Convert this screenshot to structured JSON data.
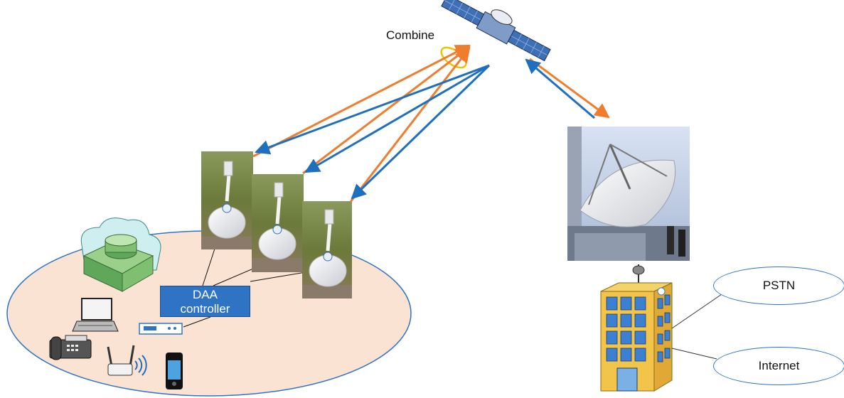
{
  "labels": {
    "combine": "Combine",
    "controller_line1": "DAA",
    "controller_line2": "controller",
    "pstn": "PSTN",
    "internet": "Internet"
  },
  "colors": {
    "uplink_arrow": "#ef7d2d",
    "downlink_arrow": "#1f6fbf",
    "coverage_area": "#fbe3d3",
    "controller_box": "#2f74c4",
    "combine_ring": "#f3c000"
  },
  "icons": [
    "satellite-icon",
    "ground-station-dish-icon",
    "terminal-dish-icon",
    "building-icon",
    "laptop-icon",
    "fax-icon",
    "router-icon",
    "wifi-access-point-icon",
    "pda-icon",
    "modem-icon",
    "office-building-icon"
  ]
}
